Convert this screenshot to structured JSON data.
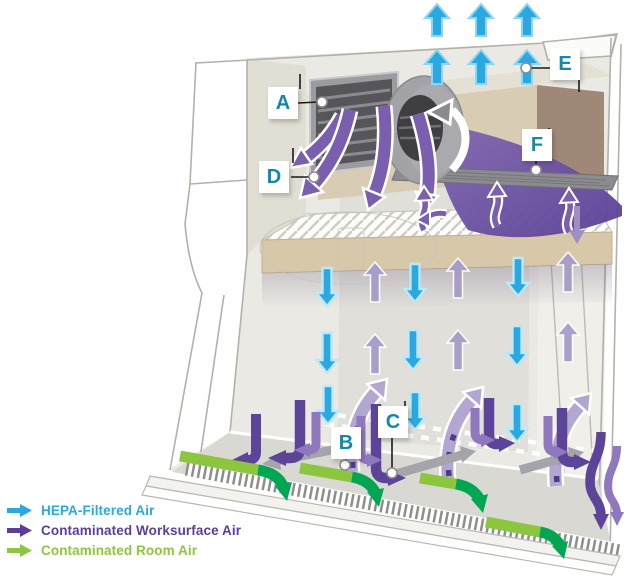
{
  "callouts": [
    {
      "letter": "A"
    },
    {
      "letter": "B"
    },
    {
      "letter": "C"
    },
    {
      "letter": "D"
    },
    {
      "letter": "E"
    },
    {
      "letter": "F"
    }
  ],
  "legend": {
    "items": [
      {
        "label": "HEPA-Filtered Air",
        "color": "#29A9E0"
      },
      {
        "label": "Contaminated Worksurface Air",
        "color": "#5C3E97"
      },
      {
        "label": "Contaminated Room Air",
        "color": "#8CC63F"
      }
    ]
  },
  "colors": {
    "hepa_blue": "#29A9E0",
    "contaminated_purple": "#5C3E97",
    "room_green": "#8CC63F",
    "green_arrowhead": "#00A651",
    "callout_letter": "#1487AC"
  }
}
